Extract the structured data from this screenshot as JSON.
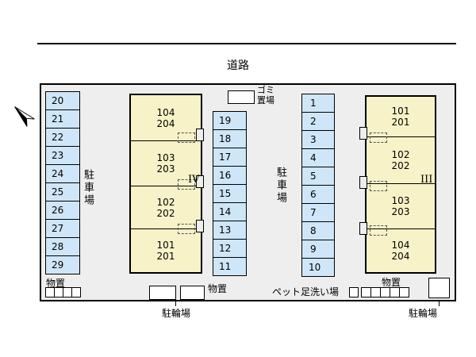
{
  "colors": {
    "parking_fill": "#cfe6f8",
    "building_fill": "#f8f2c8",
    "site_fill": "#eeeeee",
    "outline": "#000000"
  },
  "road": {
    "label": "道路"
  },
  "parking_left": {
    "label": "駐車場",
    "spaces": [
      "20",
      "21",
      "22",
      "23",
      "24",
      "25",
      "26",
      "27",
      "28",
      "29"
    ]
  },
  "parking_middle": {
    "label": "駐車場",
    "spaces": [
      "19",
      "18",
      "17",
      "16",
      "15",
      "14",
      "13",
      "12",
      "11"
    ]
  },
  "parking_right": {
    "spaces": [
      "1",
      "2",
      "3",
      "4",
      "5",
      "6",
      "7",
      "8",
      "9",
      "10"
    ]
  },
  "building_west": {
    "label": "IV",
    "units": [
      {
        "line1": "104",
        "line2": "204"
      },
      {
        "line1": "103",
        "line2": "203"
      },
      {
        "line1": "102",
        "line2": "202"
      },
      {
        "line1": "101",
        "line2": "201"
      }
    ]
  },
  "building_east": {
    "label": "III",
    "units": [
      {
        "line1": "101",
        "line2": "201"
      },
      {
        "line1": "102",
        "line2": "202"
      },
      {
        "line1": "103",
        "line2": "203"
      },
      {
        "line1": "104",
        "line2": "204"
      }
    ]
  },
  "garbage": {
    "line1": "ゴミ",
    "line2": "置場"
  },
  "storage_left": {
    "label": "物置"
  },
  "storage_middle": {
    "label": "物置"
  },
  "storage_right": {
    "label": "物置"
  },
  "bicycle_middle": {
    "label": "駐輪場"
  },
  "bicycle_right": {
    "label": "駐輪場"
  },
  "pet_wash": {
    "label": "ペット足洗い場"
  }
}
